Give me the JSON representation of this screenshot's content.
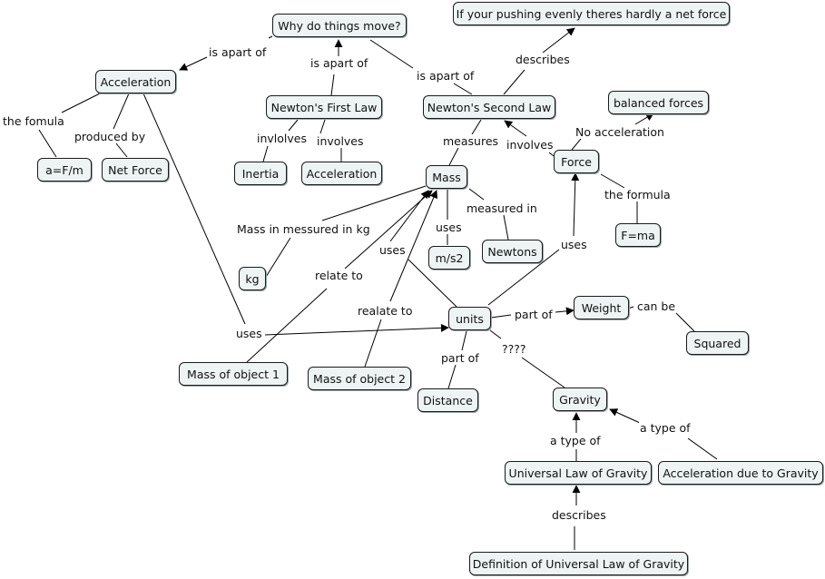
{
  "nodes": {
    "why": "Why do things move?",
    "pushing": "If your pushing evenly theres hardly a net force",
    "acceleration": "Acceleration",
    "first_law": "Newton's First Law",
    "second_law": "Newton's Second Law",
    "balanced": "balanced forces",
    "a_fm": "a=F/m",
    "net_force": "Net Force",
    "inertia": "Inertia",
    "accel2": "Acceleration",
    "mass": "Mass",
    "force": "Force",
    "fma": "F=ma",
    "kg": "kg",
    "ms2": "m/s2",
    "newtons": "Newtons",
    "weight": "Weight",
    "units": "units",
    "squared": "Squared",
    "mass_obj1": "Mass of object 1",
    "mass_obj2": "Mass of object 2",
    "distance": "Distance",
    "gravity": "Gravity",
    "ulg": "Universal Law of Gravity",
    "adg": "Acceleration due to Gravity",
    "def_ulg": "Definition of Universal Law of Gravity"
  },
  "links": {
    "is_apart_of_1": "is apart of",
    "is_apart_of_2": "is apart of",
    "is_apart_of_3": "is apart of",
    "describes_1": "describes",
    "the_fomula": "the fomula",
    "produced_by": "produced by",
    "invlolves": "invlolves",
    "involves_1": "involves",
    "measures": "measures",
    "involves_2": "involves",
    "no_acceleration": "No acceleration",
    "the_formula": "the formula",
    "measured_in": "measured in",
    "mass_measured": "Mass in messured in kg",
    "uses_1": "uses",
    "uses_2": "uses",
    "uses_3": "uses",
    "uses_4": "uses",
    "relate_to": "relate to",
    "realate_to": "realate to",
    "part_of_1": "part of",
    "part_of_2": "part of",
    "can_be": "can be",
    "question": "????",
    "a_type_of_1": "a type of",
    "a_type_of_2": "a type of",
    "describes_2": "describes"
  }
}
